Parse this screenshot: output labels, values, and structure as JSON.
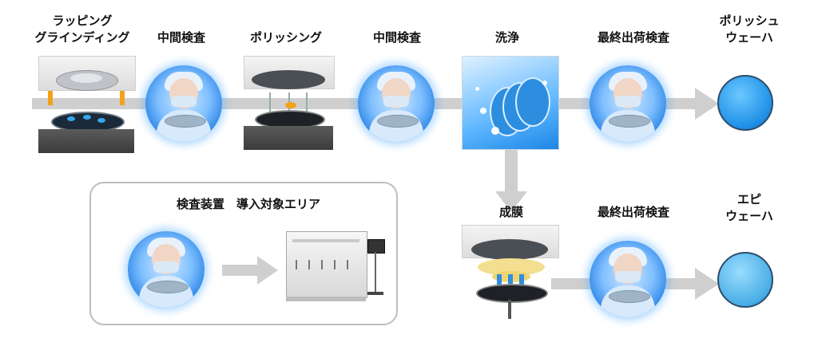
{
  "labels": {
    "lapping_1": "ラッピング",
    "lapping_2": "グラインディング",
    "intermediate_1": "中間検査",
    "polishing": "ポリッシング",
    "intermediate_2": "中間検査",
    "cleaning": "洗浄",
    "final_1": "最終出荷検査",
    "polished_1": "ポリッシュ",
    "polished_2": "ウェーハ",
    "film": "成膜",
    "final_2": "最終出荷検査",
    "epi_1": "エピ",
    "epi_2": "ウェーハ",
    "legend_title": "検査装置　導入対象エリア"
  },
  "colors": {
    "flow": "#cfcfcf",
    "wafer_polished": "#1e8fe6",
    "wafer_epi": "#49aee6",
    "border": "#b8b8b8"
  }
}
